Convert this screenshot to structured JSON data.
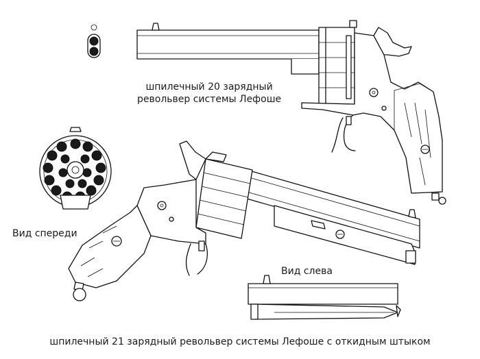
{
  "captions": {
    "top_revolver": [
      "шпилечный 20 зарядный",
      "револьвер системы Лефоше"
    ],
    "front_view": "Вид спереди",
    "left_view": "Вид слева",
    "bottom_revolver": "шпилечный 21 зарядный револьвер системы Лефоше с откидным штыком"
  }
}
